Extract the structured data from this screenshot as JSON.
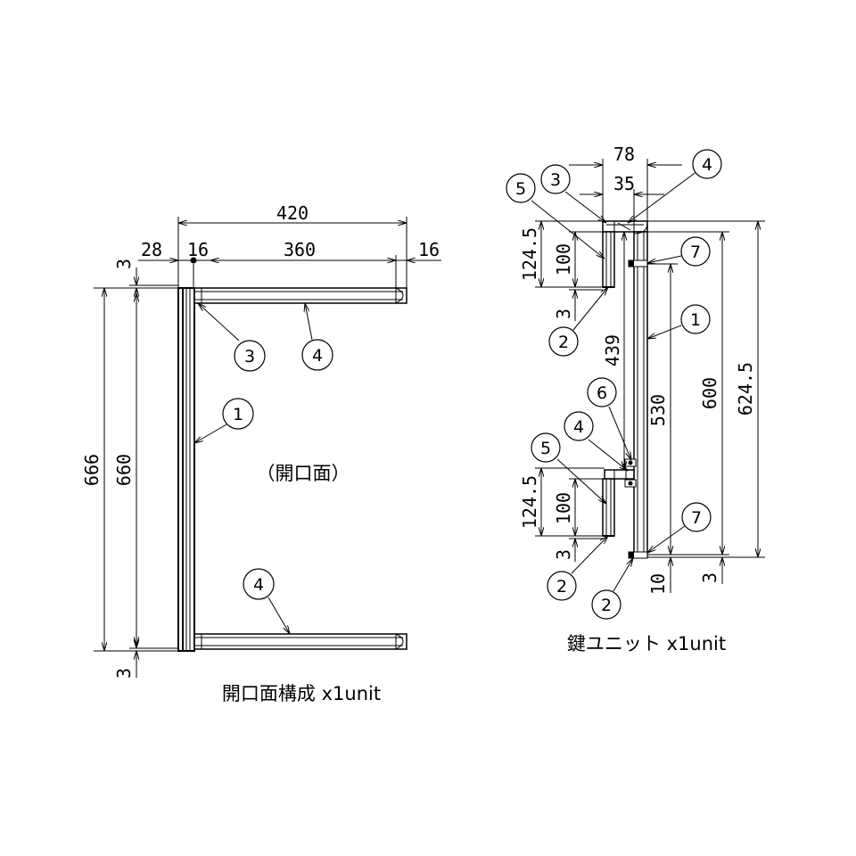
{
  "left_view": {
    "dims": {
      "overall_width": "420",
      "offset_28": "28",
      "post_16": "16",
      "rail_360": "360",
      "end_16": "16",
      "top_gap": "3",
      "height_666": "666",
      "height_660": "660",
      "bottom_gap": "3"
    },
    "balloons": {
      "b1": "1",
      "b3": "3",
      "b4_top": "4",
      "b4_bottom": "4"
    },
    "opening_label": "（開口面）",
    "caption": "開口面構成 x1unit"
  },
  "right_view": {
    "dims": {
      "width_78": "78",
      "width_35": "35",
      "upper_124_5": "124.5",
      "upper_100": "100",
      "upper_3": "3",
      "len_439": "439",
      "lower_124_5": "124.5",
      "lower_100": "100",
      "lower_3": "3",
      "len_530": "530",
      "len_600": "600",
      "len_624_5": "624.5",
      "bottom_10": "10",
      "bottom_3": "3"
    },
    "balloons": {
      "b5_top": "5",
      "b3": "3",
      "b4_top": "4",
      "b7_top": "7",
      "b1": "1",
      "b2_upper": "2",
      "b6": "6",
      "b4_mid": "4",
      "b5_mid": "5",
      "b7_bottom": "7",
      "b2_lower": "2",
      "b2_bottom": "2"
    },
    "caption": "鍵ユニット x1unit"
  }
}
